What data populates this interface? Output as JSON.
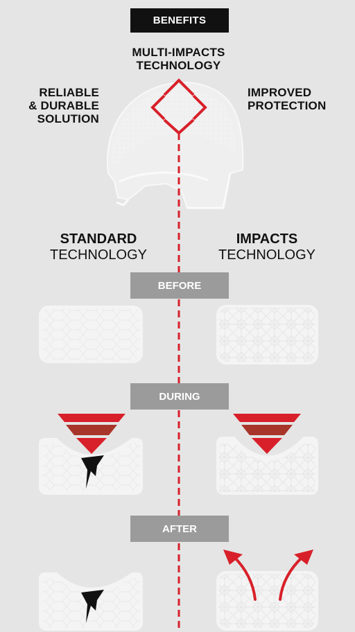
{
  "badge": "BENEFITS",
  "benefits": {
    "center": [
      "MULTI-IMPACTS",
      "TECHNOLOGY"
    ],
    "left": [
      "RELIABLE",
      "& DURABLE",
      "SOLUTION"
    ],
    "right": [
      "IMPROVED",
      "PROTECTION"
    ]
  },
  "columns": {
    "standard": {
      "bold": "STANDARD",
      "light": "TECHNOLOGY"
    },
    "impacts": {
      "bold": "IMPACTS",
      "light": "TECHNOLOGY"
    }
  },
  "stages": {
    "before": "BEFORE",
    "during": "DURING",
    "after": "AFTER"
  },
  "colors": {
    "background": "#e5e5e5",
    "accent_red": "#d8202a",
    "stage_grey": "#9b9b9b",
    "dark_red": "#a8352a",
    "black": "#111111"
  },
  "icons": {
    "helmet": "helmet-icon",
    "diamond": "diamond-icon",
    "impact_wedge": "impact-triangle-icon",
    "crack": "crack-icon",
    "arrow": "recovery-arrow-icon"
  }
}
